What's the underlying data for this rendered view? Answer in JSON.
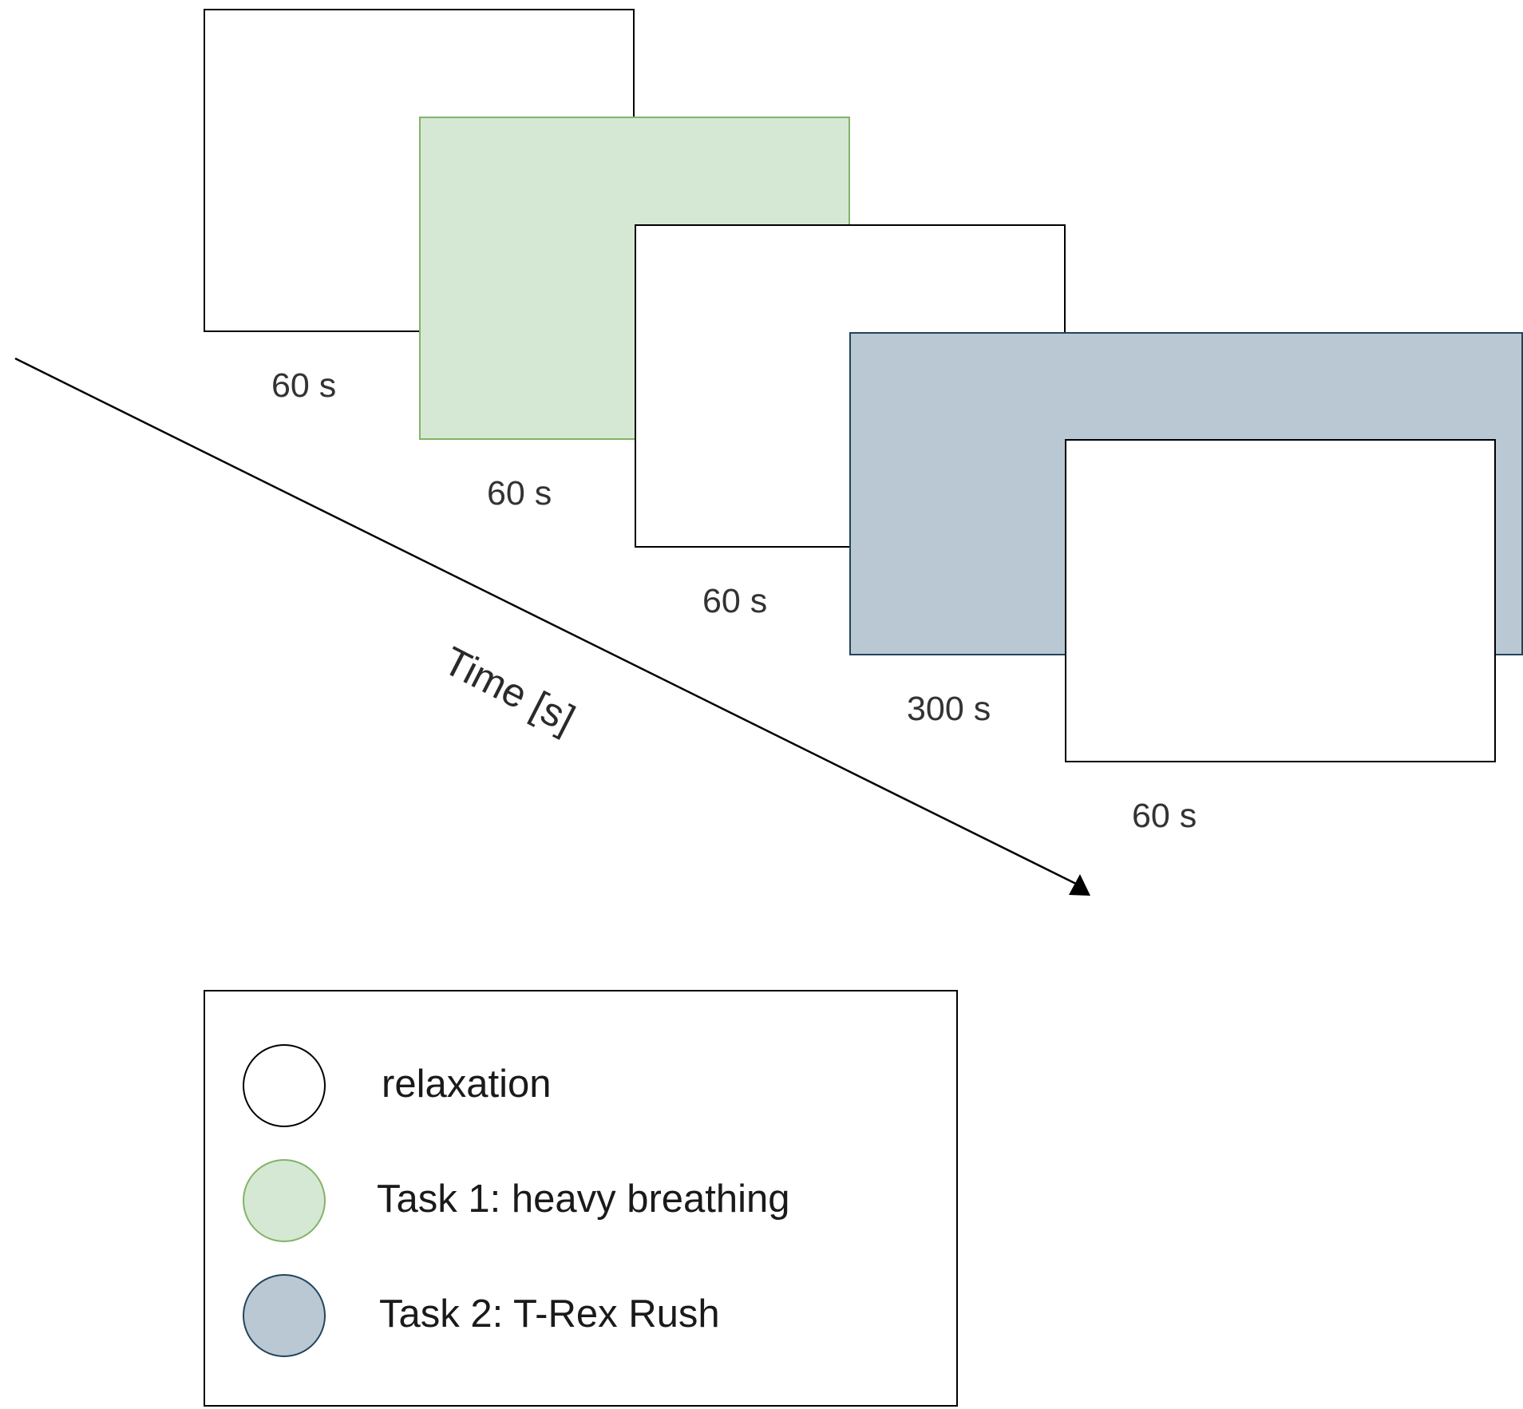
{
  "colors": {
    "relaxation_fill": "#ffffff",
    "relaxation_border": "#000000",
    "task1_fill": "#d5e8d4",
    "task1_border": "#82b366",
    "task2_fill": "#bac8d3",
    "task2_border": "#23445d"
  },
  "timeline": {
    "axis_label": "Time [s]",
    "blocks": [
      {
        "phase": "relaxation",
        "duration": "60 s"
      },
      {
        "phase": "task1",
        "duration": "60 s"
      },
      {
        "phase": "relaxation",
        "duration": "60 s"
      },
      {
        "phase": "task2",
        "duration": "300 s"
      },
      {
        "phase": "relaxation",
        "duration": "60 s"
      }
    ]
  },
  "legend": {
    "items": [
      {
        "phase": "relaxation",
        "label": "relaxation"
      },
      {
        "phase": "task1",
        "label": "Task 1: heavy breathing"
      },
      {
        "phase": "task2",
        "label": "Task 2: T-Rex Rush"
      }
    ]
  }
}
